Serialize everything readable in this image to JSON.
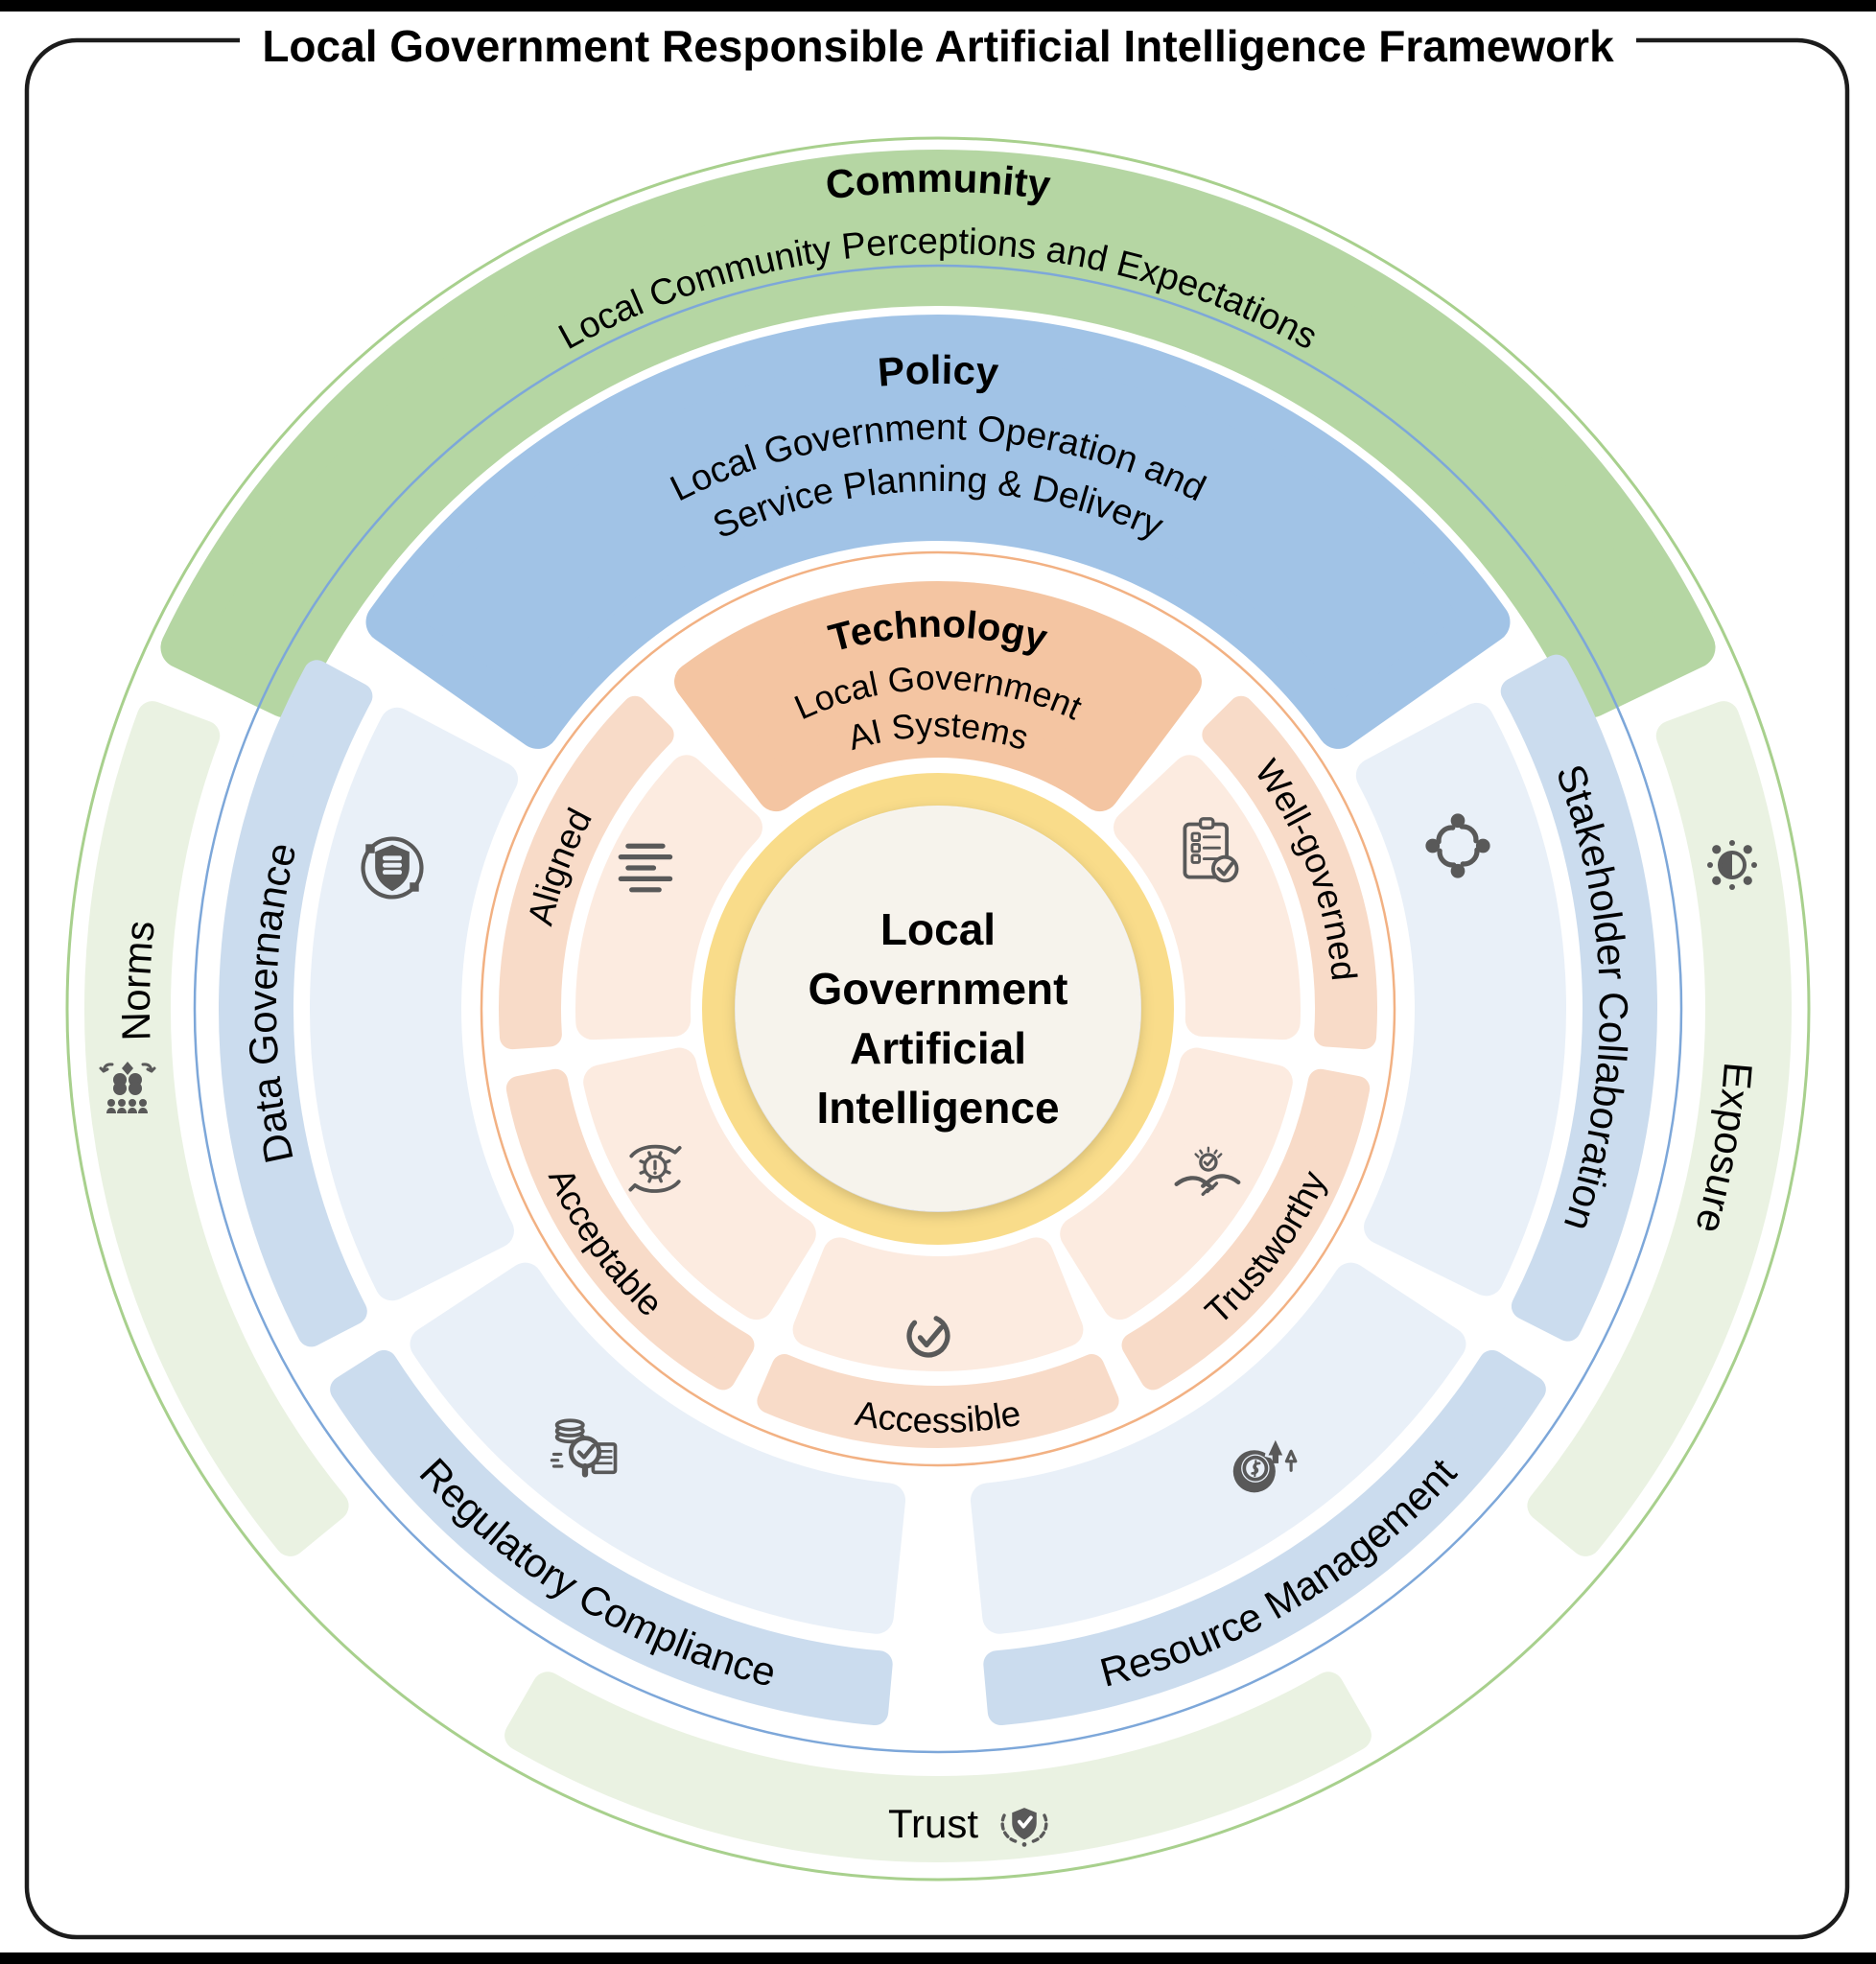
{
  "frame": {
    "title": "Local Government Responsible Artificial Intelligence Framework"
  },
  "center": {
    "lines": [
      "Local",
      "Government",
      "Artificial",
      "Intelligence"
    ]
  },
  "colors": {
    "community_header": "#b5d6a3",
    "community_band": "#eaf2e2",
    "community_outline": "#a8d08d",
    "policy_header": "#a1c3e6",
    "policy_label_band": "#cbdcee",
    "policy_icon_band": "#e9f0f8",
    "policy_outline": "#7da7d9",
    "technology_header": "#f4c5a2",
    "technology_label_band": "#f8dbc8",
    "technology_icon_band": "#fcebe0",
    "technology_outline": "#f2b183",
    "core_ring": "#f9dc8a",
    "core_fill": "#f6f3ec",
    "icon": "#595959",
    "text": "#000000",
    "frame_border": "#1c1c1c"
  },
  "outer_ring": {
    "header": {
      "title": "Community",
      "subtitle": "Local Community Perceptions and Expectations"
    },
    "segments": [
      {
        "label": "Norms",
        "icon": "norms-icon"
      },
      {
        "label": "Exposure",
        "icon": "exposure-icon"
      },
      {
        "label": "Trust",
        "icon": "trust-icon"
      }
    ]
  },
  "middle_ring": {
    "header": {
      "title": "Policy",
      "subtitle_line1": "Local Government Operation and",
      "subtitle_line2": "Service Planning & Delivery"
    },
    "segments": [
      {
        "label": "Data Governance",
        "icon": "data-governance-icon"
      },
      {
        "label": "Stakeholder Collaboration",
        "icon": "stakeholder-collaboration-icon"
      },
      {
        "label": "Regulatory Compliance",
        "icon": "regulatory-compliance-icon"
      },
      {
        "label": "Resource Management",
        "icon": "resource-management-icon"
      }
    ]
  },
  "inner_ring": {
    "header": {
      "title": "Technology",
      "subtitle_line1": "Local Government",
      "subtitle_line2": "AI Systems"
    },
    "segments": [
      {
        "label": "Aligned",
        "icon": "aligned-icon"
      },
      {
        "label": "Well-governed",
        "icon": "well-governed-icon"
      },
      {
        "label": "Acceptable",
        "icon": "acceptable-icon"
      },
      {
        "label": "Trustworthy",
        "icon": "trustworthy-icon"
      },
      {
        "label": "Accessible",
        "icon": "accessible-icon"
      }
    ]
  }
}
